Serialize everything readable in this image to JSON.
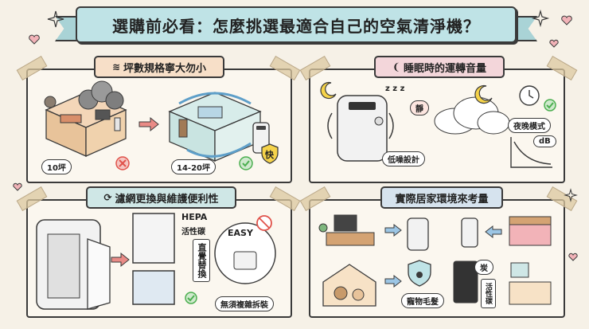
{
  "title": "選購前必看：怎麼挑選最適合自己的空氣清淨機？",
  "panels": {
    "size": {
      "title": "坪數規格寧大勿小",
      "small_label": "10坪",
      "large_label": "14-20坪",
      "badge": "快"
    },
    "noise": {
      "title": "睡眠時的運轉音量",
      "low_noise": "低噪設計",
      "night_mode": "夜晚模式",
      "quiet_badge": "靜",
      "db": "dB",
      "zzz": "z z z"
    },
    "filter": {
      "title": "濾網更換與維護便利性",
      "hepa": "HEPA",
      "carbon": "活性碳",
      "direct": "直覺替換",
      "easy": "EASY",
      "no_tools": "無須複雜拆裝"
    },
    "home": {
      "title": "實際居家環境來考量",
      "pet": "寵物毛髮",
      "charcoal": "炭",
      "carbon2": "活性碳"
    }
  },
  "colors": {
    "accent": "#bfe3e6",
    "warn": "#e0524a",
    "ok": "#4caf50"
  }
}
